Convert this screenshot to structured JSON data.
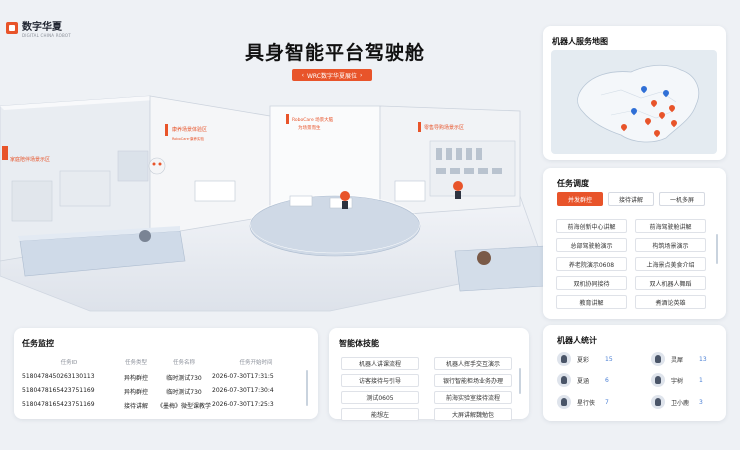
{
  "brand": {
    "name": "数字华夏",
    "sub": "DIGITAL CHINA ROBOT"
  },
  "page_title": "具身智能平台驾驶舱",
  "venue_button": "WRC数字华夏展位",
  "accent_color": "#e8542a",
  "scene": {
    "zone_left": "家庭陪伴场景示区",
    "zone_mid": "康养场景体验区",
    "zone_mid_brand": "RoboCare·康养实验",
    "zone_center_line1": "RoboCare 场景大脑",
    "zone_center_line2": "为场景而生",
    "zone_right": "零售导购场景示区"
  },
  "map_panel": {
    "title": "机器人服务地图"
  },
  "schedule": {
    "title": "任务调度",
    "tabs": [
      "并发群控",
      "接待讲解",
      "一机多屏"
    ],
    "active_tab": 0,
    "items": [
      "前海创新中心讲解",
      "前海驾驶舱讲解",
      "总部驾驶舱演示",
      "构筑场景演示",
      "养老院演示0608",
      "上海景点美食介绍",
      "双机协同接待",
      "双人机器人舞蹈",
      "教育讲解",
      "煮酒论英雄"
    ]
  },
  "stats": {
    "title": "机器人统计",
    "robots": [
      {
        "name": "夏彩",
        "count": "15"
      },
      {
        "name": "灵犀",
        "count": "13"
      },
      {
        "name": "夏涵",
        "count": "6"
      },
      {
        "name": "宇树",
        "count": "1"
      },
      {
        "name": "星行侠",
        "count": "7"
      },
      {
        "name": "卫小鹿",
        "count": "3"
      }
    ]
  },
  "monitor": {
    "title": "任务监控",
    "headers": [
      "任务ID",
      "任务类型",
      "任务名称",
      "任务开始时间"
    ],
    "rows": [
      [
        "5180478450263130113",
        "异构群控",
        "临时测试730",
        "2026-07-30T17:31:5"
      ],
      [
        "5180478165423751169",
        "异构群控",
        "临时测试730",
        "2026-07-30T17:30:4"
      ],
      [
        "5180478165423751169",
        "接待讲解",
        "《墨梅》微型课教学",
        "2026-07-30T17:25:3"
      ]
    ]
  },
  "skills": {
    "title": "智能体技能",
    "items": [
      "机器人讲课流程",
      "机器人挥手交互演示",
      "访客接待与引导",
      "银行智能柜场业务办理",
      "测试0605",
      "前海实验室接待流程",
      "能想左",
      "大屏讲解魏勉包"
    ]
  }
}
